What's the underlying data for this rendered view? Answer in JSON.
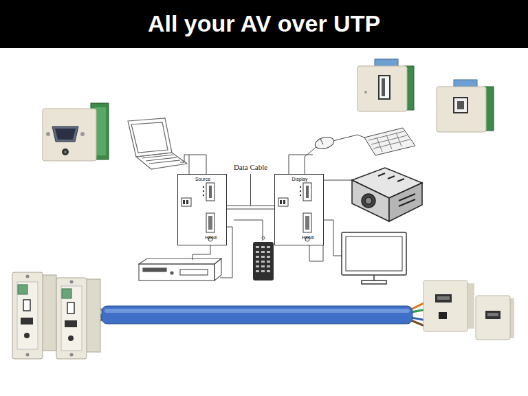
{
  "diagram": {
    "title": "All your AV over UTP",
    "nodes": [
      {
        "text": [
          "Source",
          "HDMI"
        ]
      },
      {
        "text": [
          "Display",
          "HDMI"
        ]
      }
    ],
    "edges": [
      {
        "from": 0,
        "to": 1,
        "arrow": "none",
        "label": "Data Cable"
      }
    ]
  }
}
